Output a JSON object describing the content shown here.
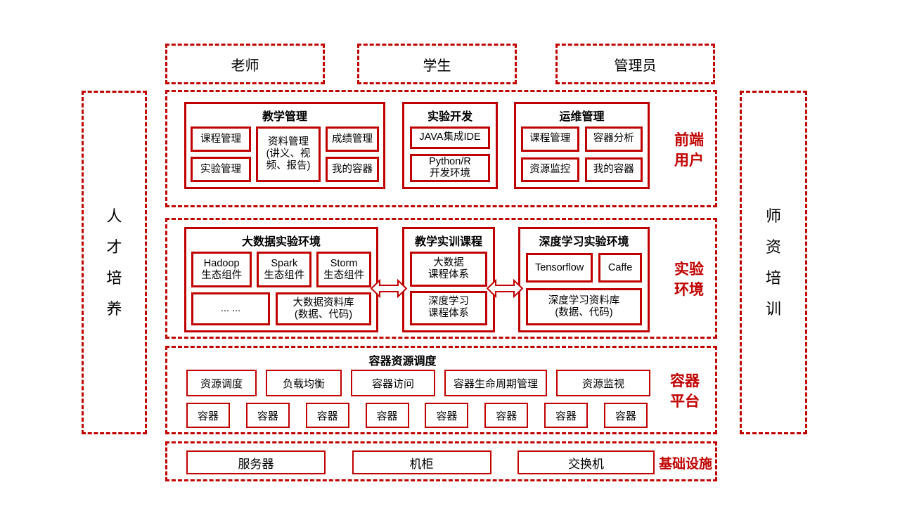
{
  "colors": {
    "accent": "#c00000",
    "text": "#000000",
    "background": "#ffffff"
  },
  "actors": [
    "老师",
    "学生",
    "管理员"
  ],
  "side": {
    "left": "人\n才\n培\n养",
    "right": "师\n资\n培\n训"
  },
  "frontend": {
    "label": "前端\n用户",
    "teaching": {
      "title": "教学管理",
      "course": "课程管理",
      "experiment": "实验管理",
      "material": "资料管理\n(讲义、视\n频、报告)",
      "grade": "成绩管理",
      "my_container": "我的容器"
    },
    "dev": {
      "title": "实验开发",
      "java_ide": "JAVA集成IDE",
      "python_env": "Python/R\n开发环境"
    },
    "ops": {
      "title": "运维管理",
      "course": "课程管理",
      "container_analysis": "容器分析",
      "resource_monitor": "资源监控",
      "my_container": "我的容器"
    }
  },
  "lab": {
    "label": "实验\n环境",
    "bigdata": {
      "title": "大数据实验环境",
      "hadoop": "Hadoop\n生态组件",
      "spark": "Spark\n生态组件",
      "storm": "Storm\n生态组件",
      "ellipsis": "... ...",
      "library": "大数据资料库\n(数据、代码)"
    },
    "courses": {
      "title": "教学实训课程",
      "bigdata_course": "大数据\n课程体系",
      "dl_course": "深度学习\n课程体系"
    },
    "deeplearning": {
      "title": "深度学习实验环境",
      "tensorflow": "Tensorflow",
      "caffe": "Caffe",
      "library": "深度学习资料库\n(数据、代码)"
    }
  },
  "container_platform": {
    "label": "容器\n平台",
    "title": "容器资源调度",
    "functions": [
      "资源调度",
      "负载均衡",
      "容器访问",
      "容器生命周期管理",
      "资源监视"
    ],
    "containers": [
      "容器",
      "容器",
      "容器",
      "容器",
      "容器",
      "容器",
      "容器",
      "容器"
    ]
  },
  "infrastructure": {
    "label": "基础设施",
    "items": [
      "服务器",
      "机柜",
      "交换机"
    ]
  }
}
